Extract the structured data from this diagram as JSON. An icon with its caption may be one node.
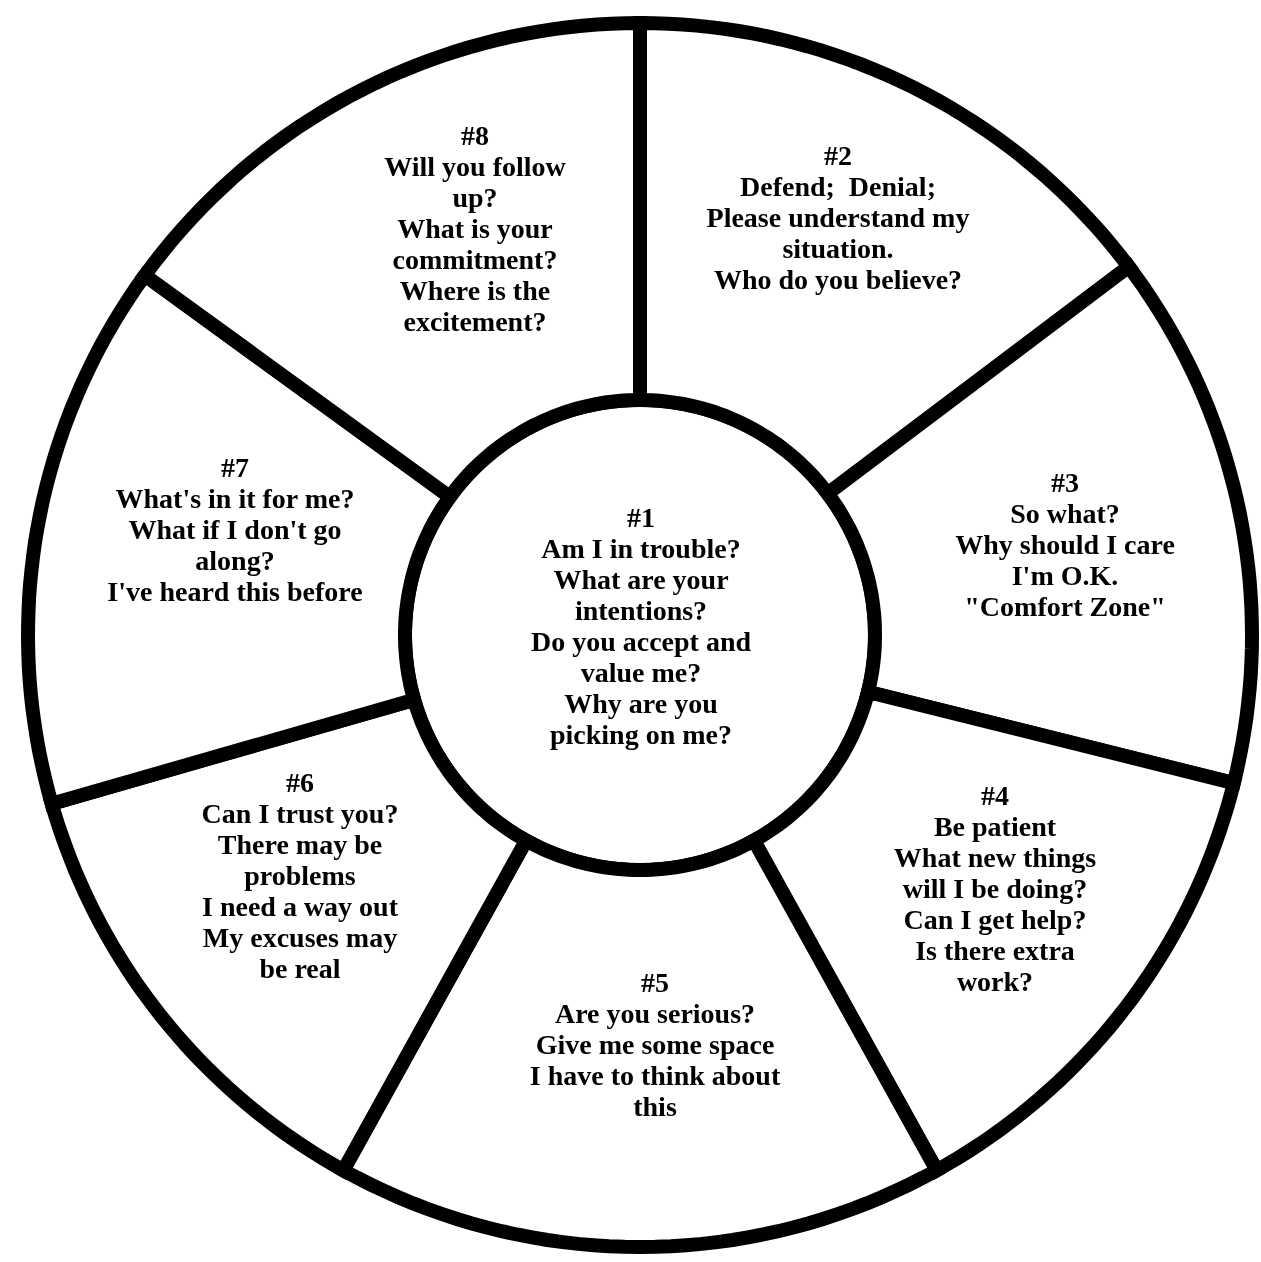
{
  "diagram": {
    "nodes": [
      {
        "text": [
          "#1",
          "Am I in trouble?",
          "What are your intentions?",
          "Do you accept and value me?",
          "Why are you picking on me?"
        ]
      },
      {
        "text": [
          "#2",
          "Defend;  Denial;",
          "Please understand my situation.",
          "Who do you believe?"
        ]
      },
      {
        "text": [
          "#3",
          "So what?",
          "Why should I care",
          "I'm O.K.",
          "\"Comfort Zone\""
        ]
      },
      {
        "text": [
          "#4",
          "Be patient",
          "What new things will I be doing?",
          "Can I get help?",
          "Is there extra work?"
        ]
      },
      {
        "text": [
          "#5",
          "Are you serious?",
          "Give me some space",
          "I have to think about this"
        ]
      },
      {
        "text": [
          "#6",
          "Can I trust you?",
          "There may be problems",
          "I need a way out",
          "My excuses may be real"
        ]
      },
      {
        "text": [
          "#7",
          "What's in it for me?",
          "What if I don't go along?",
          "I've heard this before"
        ]
      },
      {
        "text": [
          "#8",
          "Will you follow up?",
          "What is your commitment?",
          "Where is the excitement?"
        ]
      }
    ]
  }
}
